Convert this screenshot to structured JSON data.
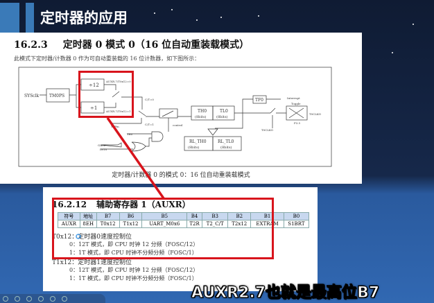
{
  "slide": {
    "title": "定时器的应用"
  },
  "doc1": {
    "section_number": "16.2.3",
    "section_title": "定时器 0 模式 0（16 位自动重装载模式）",
    "description": "此模式下定时器/计数器 0 作为可自动重装载的 16 位计数器，如下图所示：",
    "caption": "定时器/计数器 0 的模式 0：16 位自动重装载模式",
    "diagram": {
      "sysclk": "SYSclk",
      "tm0ps": "TM0PS",
      "div12": "÷12",
      "div1": "÷1",
      "auxr0": "AUXR.7/T0x12=0",
      "auxr1": "AUXR.7/T0x12=1",
      "ct0": "C/T=0",
      "ct1": "C/T=1",
      "t0pin": "T0Pin",
      "control": "control",
      "th0": "TH0",
      "tl0": "TL0",
      "bits": "(8bits)",
      "tf0": "TF0",
      "interrupt": "Interrupt",
      "toggle": "Toggle",
      "t0clko": "T0CLKO",
      "p35": "P3.5",
      "rl_th0": "RL_TH0",
      "rl_tl0": "RL_TL0",
      "tr0": "TR0",
      "gate": "GATE",
      "int0": "INT0"
    }
  },
  "doc2": {
    "section_number": "16.2.12",
    "section_title": "辅助寄存器 1（AUXR）",
    "table": {
      "headers": [
        "符号",
        "地址",
        "B7",
        "B6",
        "B5",
        "B4",
        "B3",
        "B2",
        "B1",
        "B0"
      ],
      "row": [
        "AUXR",
        "8EH",
        "T0x12",
        "T1x12",
        "UART_M0x6",
        "T2R",
        "T2_C/T",
        "T2x12",
        "EXTRAM",
        "S1BRT"
      ]
    },
    "lines": [
      "T0x12：定时器0速度控制位",
      "0：12T 模式，即 CPU 时钟 12 分频（FOSC/12）",
      "1：1T 模式，即 CPU 时钟不分频分频（FOSC/1）",
      "T1x12：定时器1速度控制位",
      "0：12T 模式，即 CPU 时钟 12 分频（FOSC/12）",
      "1：1T 模式，即 CPU 时钟不分频分频（FOSC/1）"
    ]
  },
  "subtitle": "AUXR2.7也就是最高位B7",
  "colors": {
    "highlight": "#d8141c",
    "table_header": "#c8d8ef"
  }
}
